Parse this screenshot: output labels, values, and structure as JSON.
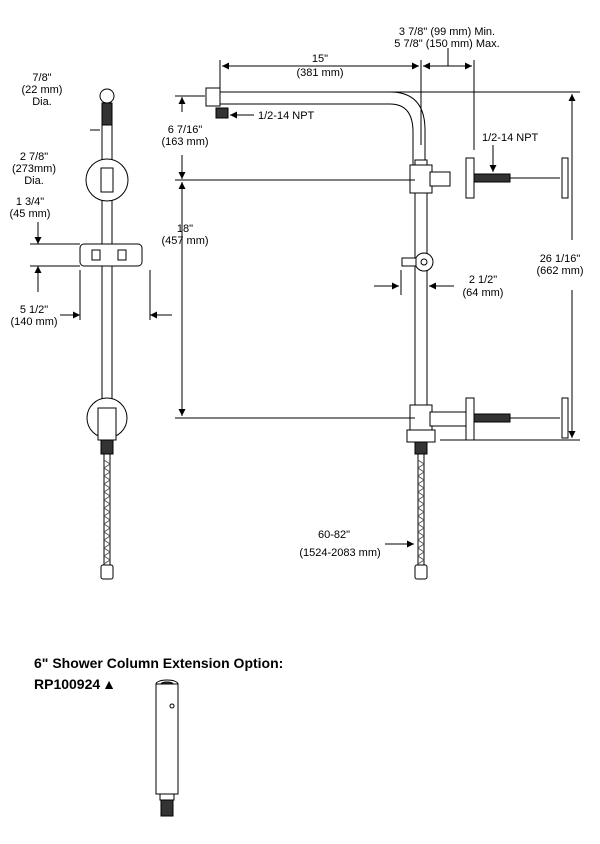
{
  "labels": {
    "left_dia_in": "7/8\"",
    "left_dia_mm": "(22 mm)",
    "left_dia_word": "Dia.",
    "flange_dia_in": "2 7/8\"",
    "flange_dia_mm": "(273mm)",
    "flange_dia_word": "Dia.",
    "holder_h_in": "1 3/4\"",
    "holder_h_mm": "(45 mm)",
    "holder_w_in": "5 1/2\"",
    "holder_w_mm": "(140 mm)",
    "top_drop_in": "6 7/16\"",
    "top_drop_mm": "(163 mm)",
    "center_in": "18\"",
    "center_mm": "(457 mm)",
    "arm_len_in": "15\"",
    "arm_len_mm": "(381 mm)",
    "wall_off_min": "3 7/8\" (99 mm) Min.",
    "wall_off_max": "5 7/8\" (150 mm) Max.",
    "npt_top": "1/2-14 NPT",
    "npt_side": "1/2-14 NPT",
    "total_h_in": "26 1/16\"",
    "total_h_mm": "(662 mm)",
    "holder_off_in": "2 1/2\"",
    "holder_off_mm": "(64 mm)",
    "hose_len_in": "60-82\"",
    "hose_len_mm": "(1524-2083 mm)"
  },
  "extension": {
    "title": "6\" Shower Column Extension Option:",
    "part_number": "RP100924",
    "marker": "▲"
  }
}
